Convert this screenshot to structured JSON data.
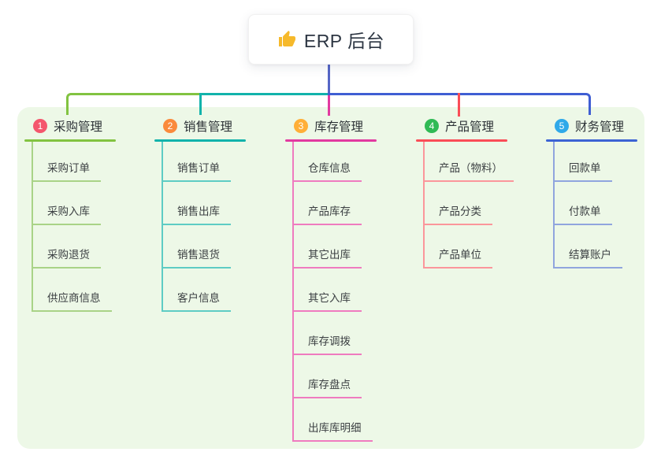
{
  "root": {
    "label": "ERP 后台",
    "icon_emoji": "👍"
  },
  "branches": [
    {
      "badge": "1",
      "label": "采购管理",
      "colors": {
        "badge_bg": "#f4566d",
        "line": "#82c341",
        "child_line": "#a9d387"
      },
      "children": [
        "采购订单",
        "采购入库",
        "采购退货",
        "供应商信息"
      ]
    },
    {
      "badge": "2",
      "label": "销售管理",
      "colors": {
        "badge_bg": "#fa8a3c",
        "line": "#12b3ab",
        "child_line": "#5eccc4"
      },
      "children": [
        "销售订单",
        "销售出库",
        "销售退货",
        "客户信息"
      ]
    },
    {
      "badge": "3",
      "label": "库存管理",
      "colors": {
        "badge_bg": "#ffaf38",
        "line": "#e23aa0",
        "child_line": "#ef7bbf"
      },
      "children": [
        "仓库信息",
        "产品库存",
        "其它出库",
        "其它入库",
        "库存调拨",
        "库存盘点",
        "出库库明细"
      ]
    },
    {
      "badge": "4",
      "label": "产品管理",
      "colors": {
        "badge_bg": "#30ba55",
        "line": "#fa4d57",
        "child_line": "#fb969b"
      },
      "children": [
        "产品（物料）",
        "产品分类",
        "产品单位"
      ]
    },
    {
      "badge": "5",
      "label": "财务管理",
      "colors": {
        "badge_bg": "#2fa9e9",
        "line": "#3c63d4",
        "child_line": "#90a5de"
      },
      "children": [
        "回款单",
        "付款单",
        "结算账户"
      ]
    }
  ],
  "connectors": {
    "root_drop": "#5566c6",
    "bus_left": "#82c341",
    "bus_mid": "#12b3ab",
    "bus_right": "#3f5ed3",
    "inventory_drop": "#e23aa0",
    "product_drop": "#fa4d57"
  },
  "canvas": {
    "panel_bg": "#edf8e7",
    "page_bg": "#ffffff"
  }
}
